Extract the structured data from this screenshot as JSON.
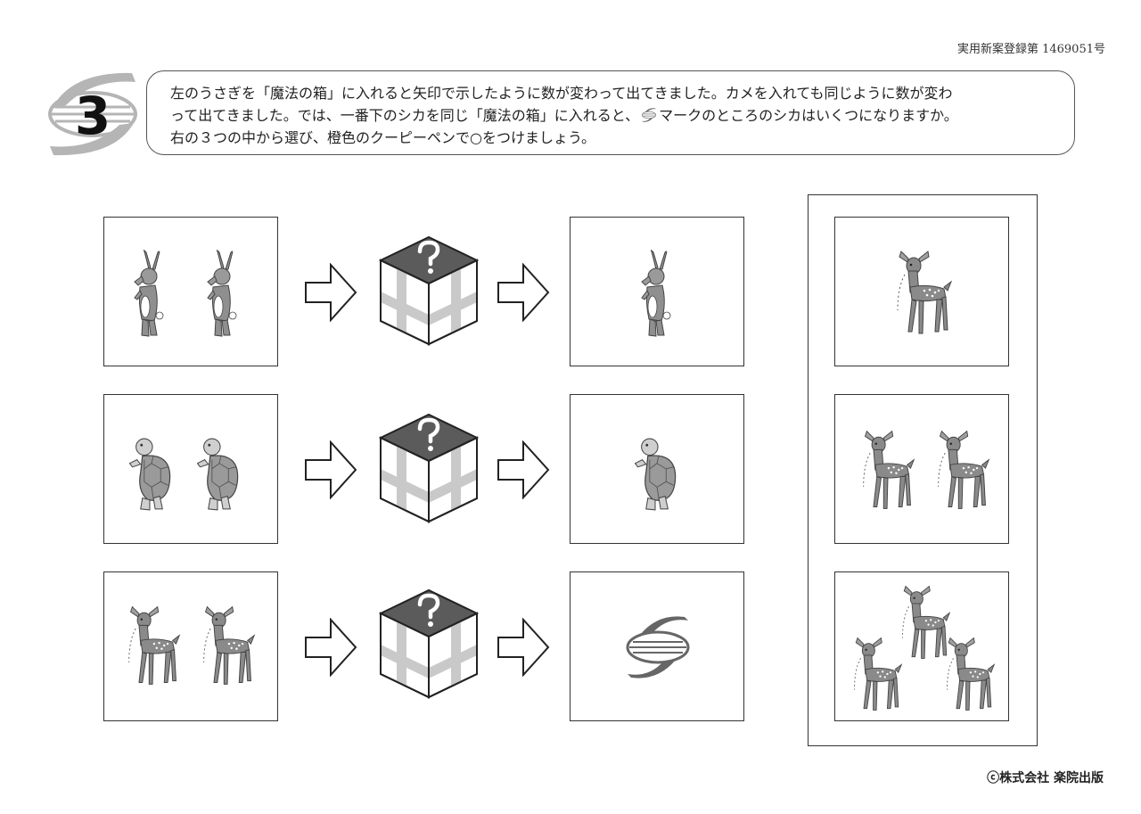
{
  "header": {
    "registration": "実用新案登録第 1469051号",
    "problem_number": "3"
  },
  "question": {
    "line1": "左のうさぎを「魔法の箱」に入れると矢印で示したように数が変わって出てきました。カメを入れても同じように数が変わ",
    "line2a": "って出てきました。では、一番下のシカを同じ「魔法の箱」に入れると、",
    "line2b": "マークのところのシカはいくつになりますか。",
    "line3": "右の３つの中から選び、橙色のクーピーペンで○をつけましょう。"
  },
  "box_symbol": "?",
  "rows": [
    {
      "input_animal": "rabbit",
      "input_count": 2,
      "output_animal": "rabbit",
      "output_count": 1
    },
    {
      "input_animal": "turtle",
      "input_count": 2,
      "output_animal": "turtle",
      "output_count": 1
    },
    {
      "input_animal": "deer",
      "input_count": 2,
      "output": "mystery-mark"
    }
  ],
  "choices": [
    {
      "animal": "deer",
      "count": 1
    },
    {
      "animal": "deer",
      "count": 2
    },
    {
      "animal": "deer",
      "count": 3
    }
  ],
  "icons": [
    "rabbit-icon",
    "turtle-icon",
    "deer-icon",
    "magic-box-icon",
    "right-arrow-icon",
    "mystery-mark-icon"
  ],
  "colors": {
    "box_top": "#5b5b5b",
    "box_ribbon": "#c9c9c9",
    "animal_gray": "#8a8a8a"
  },
  "copyright": "ⓒ株式会社 楽院出版"
}
